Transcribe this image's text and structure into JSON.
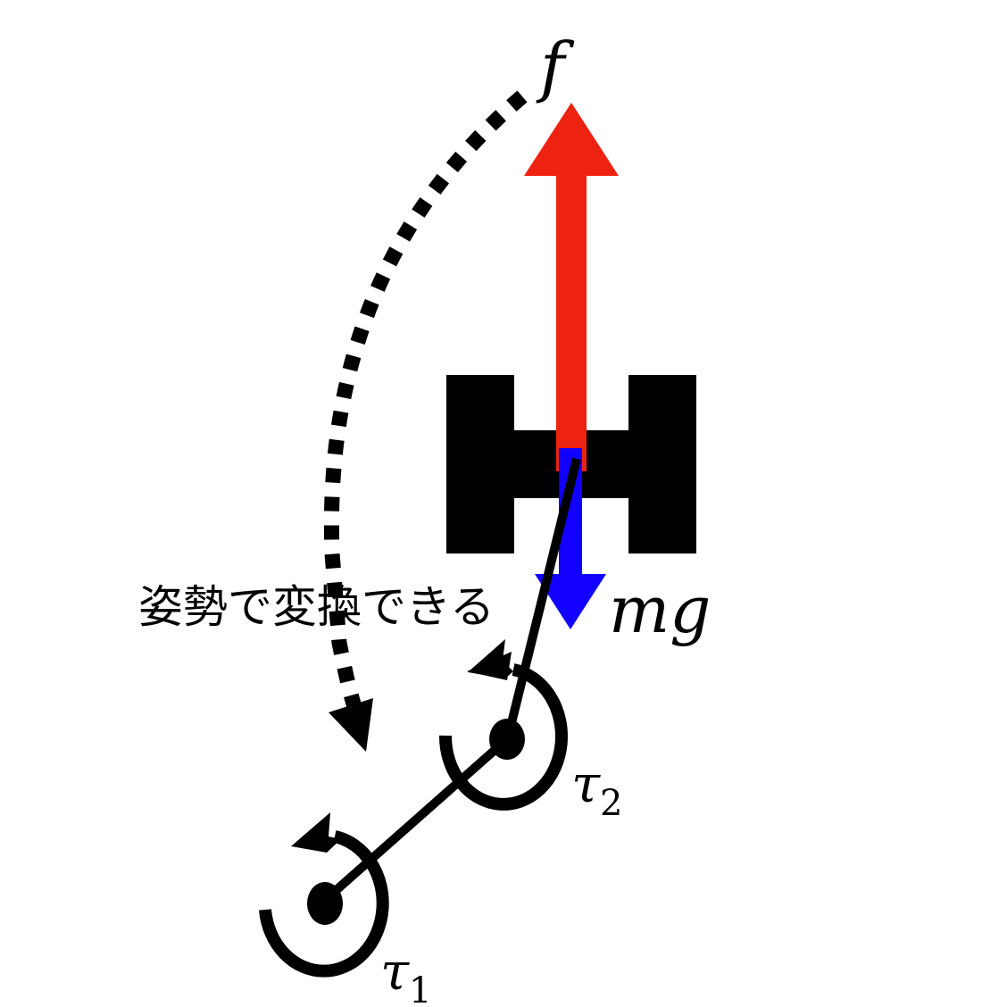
{
  "diagram": {
    "labels": {
      "force": "f",
      "gravity": "mg",
      "tau1_base": "τ",
      "tau1_sub": "1",
      "tau2_base": "τ",
      "tau2_sub": "2",
      "transform_note": "姿勢で変換できる"
    },
    "colors": {
      "force_arrow": "#ee2211",
      "gravity_arrow": "#1100ff",
      "body": "#000000",
      "links": "#000000",
      "dotted_arc": "#000000"
    },
    "elements": {
      "body_shape": "H-shaped rigid body",
      "joint_1": "base joint with counter-clockwise torque tau1",
      "joint_2": "elbow joint with counter-clockwise torque tau2",
      "dotted_arrow": "curved dotted arrow from force f to joint region"
    }
  }
}
